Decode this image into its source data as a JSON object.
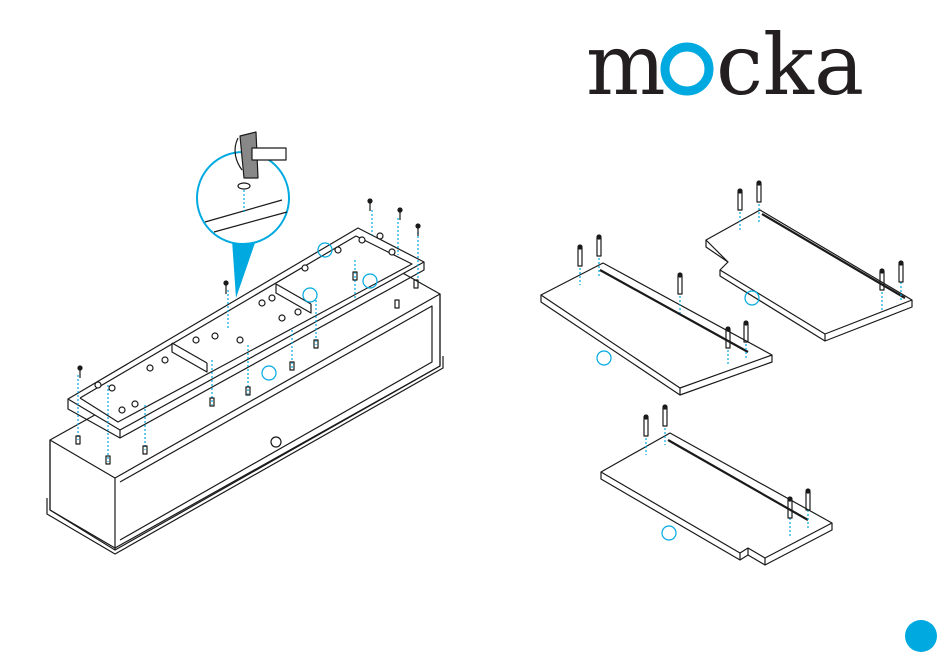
{
  "brand": {
    "name": "mocka",
    "prefix": "m",
    "o_letter": "o",
    "suffix": "cka",
    "text_color": "#231f20",
    "accent": "#00a9e0"
  },
  "diagram": {
    "line_color": "#1a1a1a",
    "dowel_guide_color": "#00a9e0",
    "callout_circles_count": 7,
    "panels_count": 3
  },
  "icons": [
    "hammer-icon"
  ]
}
